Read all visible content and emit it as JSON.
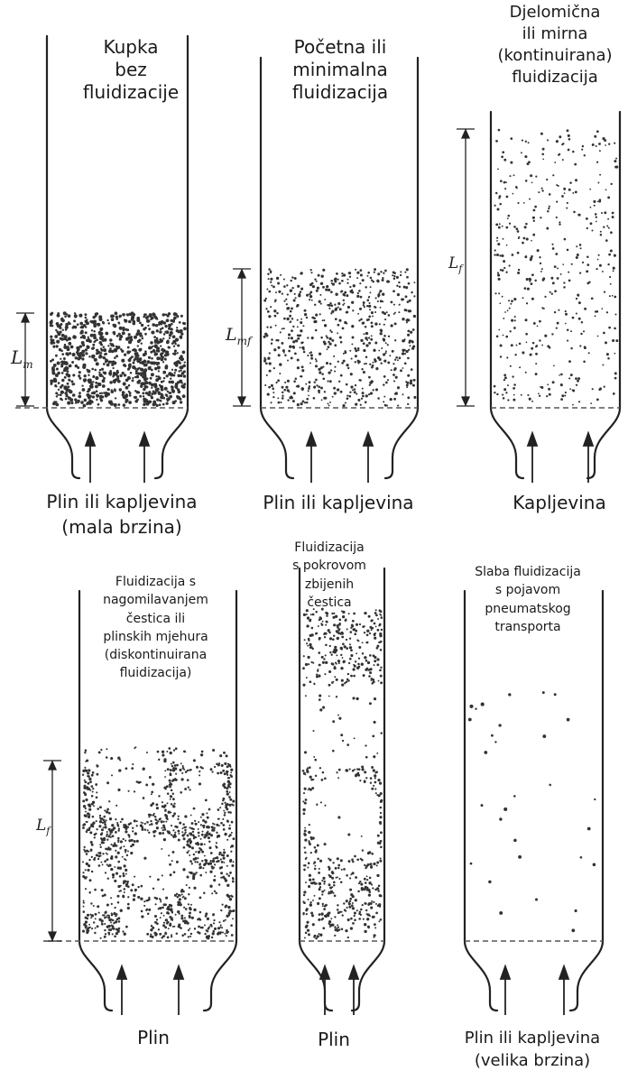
{
  "panels": [
    {
      "title_lines": [
        "Kupka",
        "bez",
        "fluidizacije"
      ],
      "height_label": "L",
      "height_label_sub": "m",
      "caption_lines": [
        "Plin ili kapljevina",
        "(mala brzina)"
      ]
    },
    {
      "title_lines": [
        "Početna ili",
        "minimalna",
        "fluidizacija"
      ],
      "height_label": "L",
      "height_label_sub": "mf",
      "caption_lines": [
        "Plin ili kapljevina"
      ]
    },
    {
      "title_lines": [
        "Djelomična",
        "ili mirna",
        "(kontinuirana)",
        "fluidizacija"
      ],
      "height_label": "L",
      "height_label_sub": "f",
      "caption_lines": [
        "Kapljevina"
      ]
    },
    {
      "title_lines": [
        "Fluidizacija s",
        "nagomilavanjem",
        "čestica ili",
        "plinskih mjehura",
        "(diskontinuirana",
        "fluidizacija)"
      ],
      "height_label": "L",
      "height_label_sub": "f",
      "caption_lines": [
        "Plin"
      ]
    },
    {
      "title_lines": [
        "Fluidizacija",
        "s pokrovom",
        "zbijenih",
        "čestica"
      ],
      "caption_lines": [
        "Plin"
      ]
    },
    {
      "title_lines": [
        "Slaba fluidizacija",
        "s pojavom",
        "pneumatskog",
        "transporta"
      ],
      "caption_lines": [
        "Plin ili kapljevina",
        "(velika brzina)"
      ]
    }
  ]
}
